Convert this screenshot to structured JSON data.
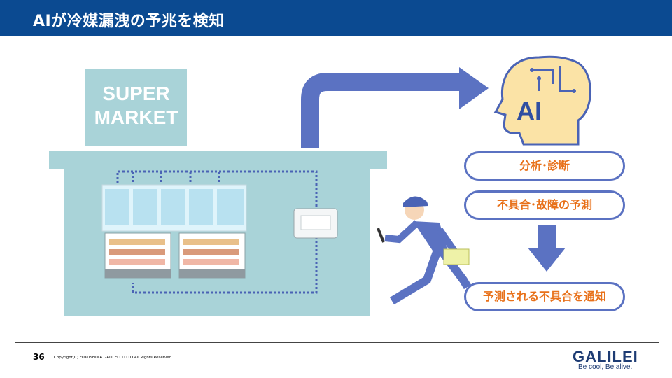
{
  "header": {
    "title": "AIが冷媒漏洩の予兆を検知"
  },
  "store": {
    "sign_line1": "SUPER",
    "sign_line2": "MARKET"
  },
  "ai": {
    "label": "AI"
  },
  "steps": [
    {
      "label": "分析･診断"
    },
    {
      "label": "不具合･故障の予測"
    },
    {
      "label": "予測される不具合を通知"
    }
  ],
  "footer": {
    "page_number": "36",
    "copyright": "Copyright(C) FUKUSHIMA GALILEI CO.LTD All Rights Reserved.",
    "logo_name": "GALILEI",
    "logo_tagline": "Be cool, Be alive."
  },
  "colors": {
    "header": "#0b4a91",
    "store": "#a9d3d8",
    "arrow": "#5b72c2",
    "step_text": "#e8711a",
    "ai_head": "#fbe3a6"
  }
}
